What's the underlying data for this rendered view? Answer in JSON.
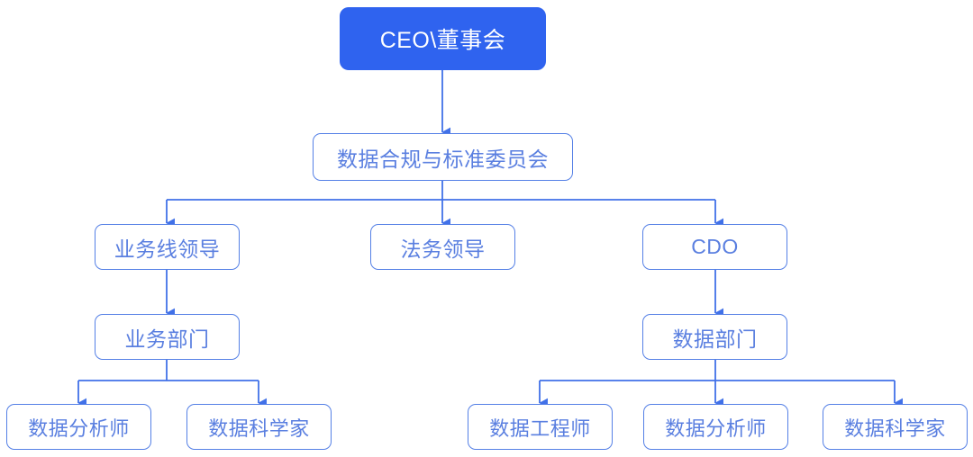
{
  "chart_data": {
    "type": "diagram",
    "title": "",
    "diagram_kind": "organizational-hierarchy-flowchart",
    "language": "zh-CN",
    "colors": {
      "root_fill": "#2f63ef",
      "root_text": "#ffffff",
      "node_border": "#5580e6",
      "node_text": "#5a7fe0",
      "node_fill": "#ffffff",
      "connector": "#4171e8",
      "background": "#ffffff"
    },
    "levels": [
      [
        "CEO\\董事会"
      ],
      [
        "数据合规与标准委员会"
      ],
      [
        "业务线领导",
        "法务领导",
        "CDO"
      ],
      [
        "业务部门",
        "数据部门"
      ],
      [
        "数据分析师",
        "数据科学家",
        "数据工程师",
        "数据分析师",
        "数据科学家"
      ]
    ],
    "edges": [
      {
        "from": "CEO\\董事会",
        "to": "数据合规与标准委员会"
      },
      {
        "from": "数据合规与标准委员会",
        "to": "业务线领导"
      },
      {
        "from": "数据合规与标准委员会",
        "to": "法务领导"
      },
      {
        "from": "数据合规与标准委员会",
        "to": "CDO"
      },
      {
        "from": "业务线领导",
        "to": "业务部门"
      },
      {
        "from": "CDO",
        "to": "数据部门"
      },
      {
        "from": "业务部门",
        "to": "数据分析师"
      },
      {
        "from": "业务部门",
        "to": "数据科学家"
      },
      {
        "from": "数据部门",
        "to": "数据工程师"
      },
      {
        "from": "数据部门",
        "to": "数据分析师"
      },
      {
        "from": "数据部门",
        "to": "数据科学家"
      }
    ]
  },
  "nodes": {
    "root": {
      "label": "CEO\\董事会"
    },
    "committee": {
      "label": "数据合规与标准委员会"
    },
    "level3": {
      "business_lead": {
        "label": "业务线领导"
      },
      "legal_lead": {
        "label": "法务领导"
      },
      "cdo": {
        "label": "CDO"
      }
    },
    "level4": {
      "business_dept": {
        "label": "业务部门"
      },
      "data_dept": {
        "label": "数据部门"
      }
    },
    "level5": {
      "biz_data_analyst": {
        "label": "数据分析师"
      },
      "biz_data_scientist": {
        "label": "数据科学家"
      },
      "data_engineer": {
        "label": "数据工程师"
      },
      "data_analyst": {
        "label": "数据分析师"
      },
      "data_scientist": {
        "label": "数据科学家"
      }
    }
  }
}
